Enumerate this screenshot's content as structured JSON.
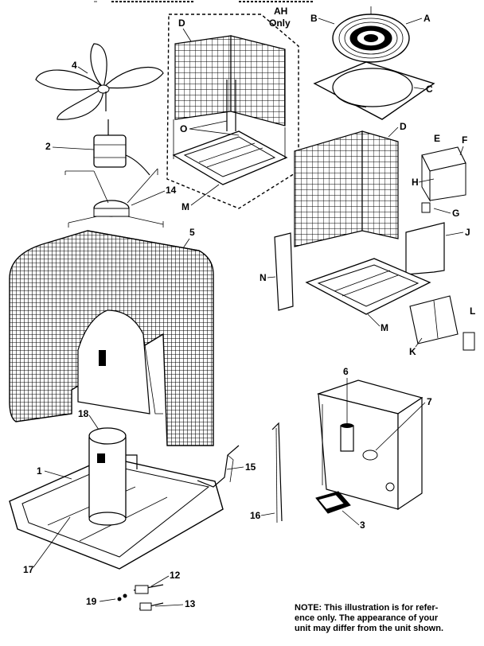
{
  "labels": {
    "a": "A",
    "b": "B",
    "c": "C",
    "d_top": "D",
    "d_right": "D",
    "e": "E",
    "f": "F",
    "g": "G",
    "h": "H",
    "j": "J",
    "k": "K",
    "l": "L",
    "m_left": "M",
    "m_right": "M",
    "n": "N",
    "o": "O",
    "n1": "1",
    "n2": "2",
    "n3": "3",
    "n4": "4",
    "n5": "5",
    "n6": "6",
    "n7": "7",
    "n12": "12",
    "n13": "13",
    "n14": "14",
    "n15": "15",
    "n16": "16",
    "n17": "17",
    "n18": "18",
    "n19": "19"
  },
  "ah_only": {
    "line1": "AH",
    "line2": "Only"
  },
  "note": {
    "line1": "NOTE: This illustration is for  refer-",
    "line2": "ence only. The appearance of your",
    "line3": "unit may differ from the unit shown."
  }
}
